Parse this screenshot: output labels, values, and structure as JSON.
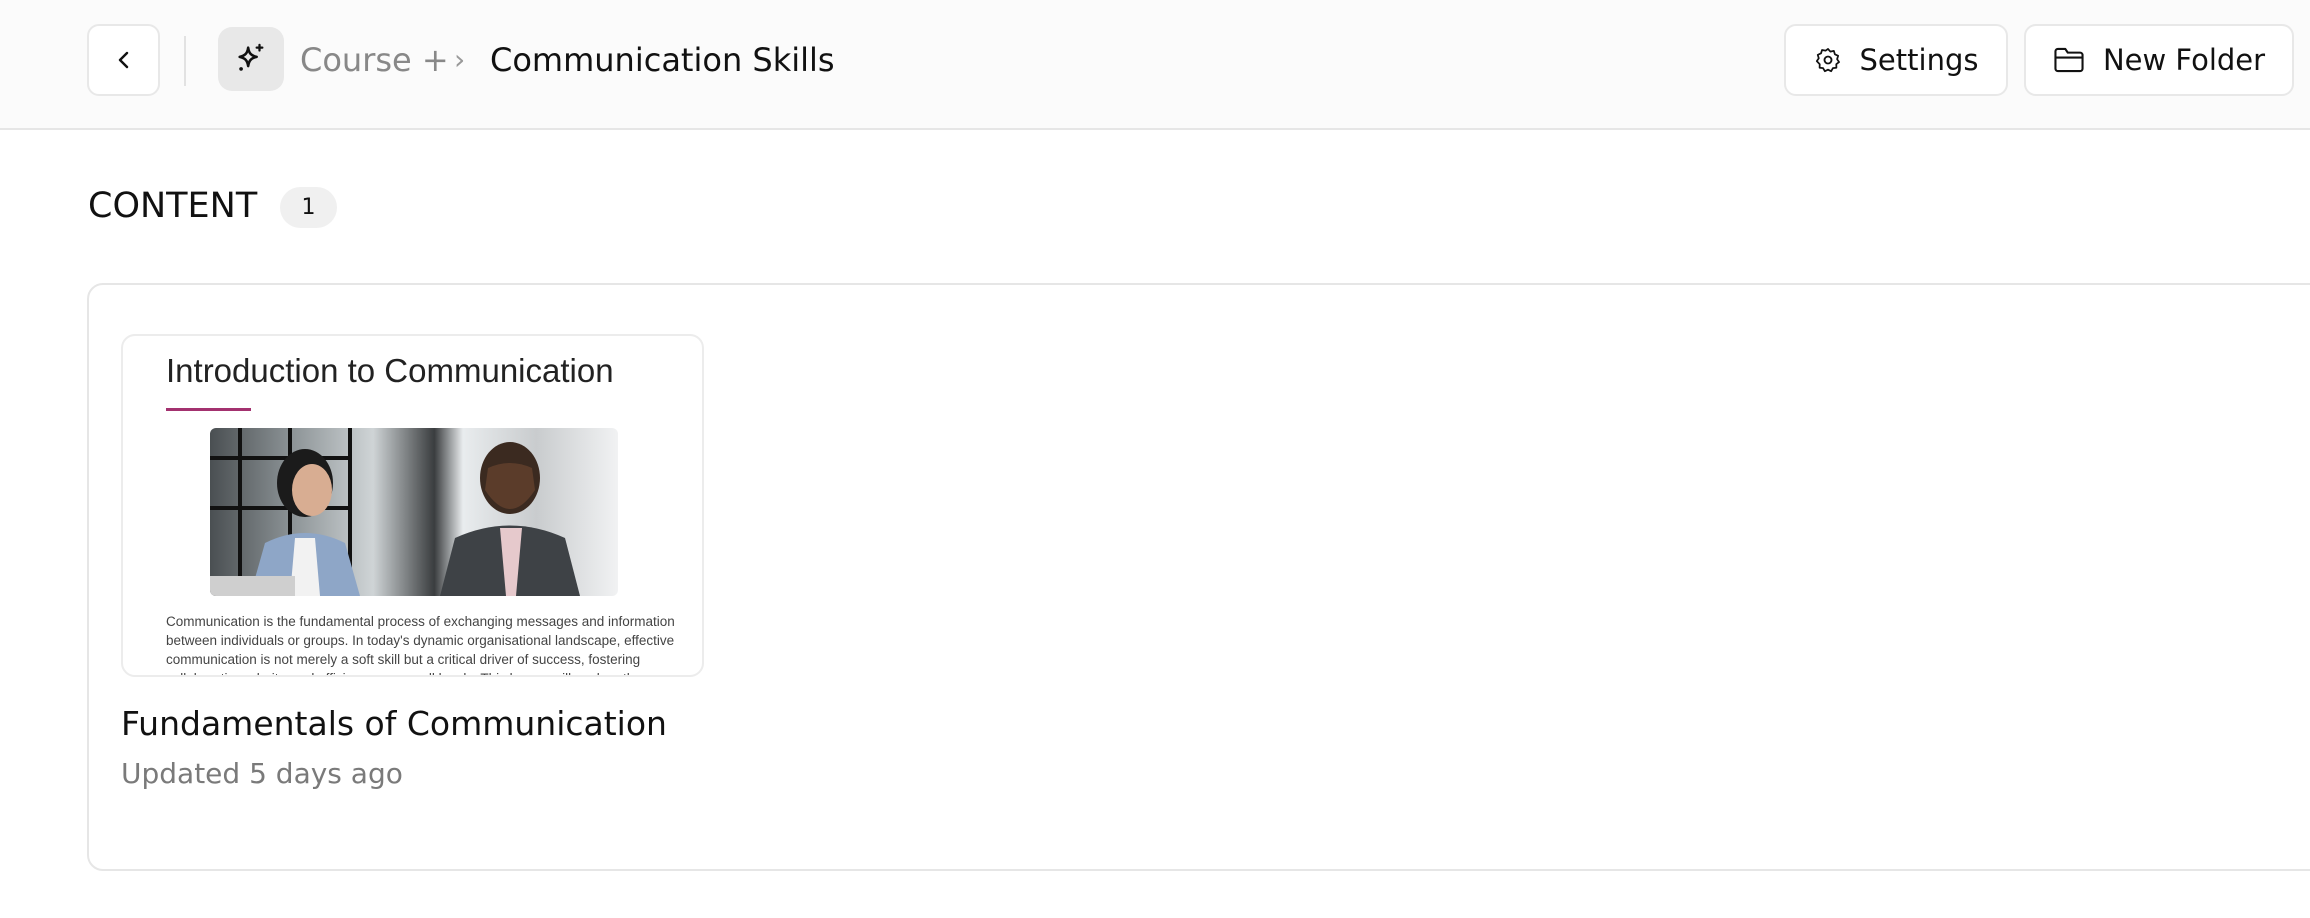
{
  "header": {
    "breadcrumb": {
      "parent": "Course +",
      "separator": "›",
      "current": "Communication Skills"
    },
    "settings_label": "Settings",
    "new_folder_label": "New Folder"
  },
  "content": {
    "heading": "CONTENT",
    "count": "1",
    "items": [
      {
        "preview_title": "Introduction to Communication",
        "preview_text": "Communication is the fundamental process of exchanging messages and information between individuals or groups. In today's dynamic organisational landscape, effective communication is not merely a soft skill but a critical driver of success, fostering collaboration, clarity, and efficiency across all levels. This lesson will explore the",
        "title": "Fundamentals of Communication",
        "updated": "Updated 5 days ago"
      }
    ]
  },
  "colors": {
    "accent_underline": "#a3316f"
  }
}
